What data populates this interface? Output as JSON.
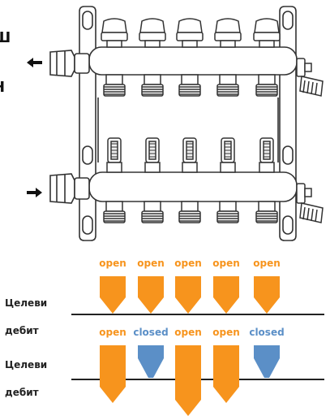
{
  "colors": {
    "open": "#f7941d",
    "closed": "#5b8fc7",
    "metal": "#333333",
    "background": "#ffffff",
    "text": "#222222"
  },
  "side_glyphs": [
    "Ш",
    "Н"
  ],
  "labels": {
    "row1": "Целеви дебит",
    "row2": "Целеви дебит"
  },
  "rows": [
    {
      "circuits": [
        {
          "state": "open",
          "flow": 1.0
        },
        {
          "state": "open",
          "flow": 1.0
        },
        {
          "state": "open",
          "flow": 1.0
        },
        {
          "state": "open",
          "flow": 1.0
        },
        {
          "state": "open",
          "flow": 1.0
        }
      ]
    },
    {
      "circuits": [
        {
          "state": "open",
          "flow": 1.55
        },
        {
          "state": "closed",
          "flow": 0
        },
        {
          "state": "open",
          "flow": 1.9
        },
        {
          "state": "open",
          "flow": 1.55
        },
        {
          "state": "closed",
          "flow": 0
        }
      ]
    }
  ],
  "icons": {
    "outflow": "arrow-left-icon",
    "inflow": "arrow-right-icon",
    "valve": "valve-handwheel-icon",
    "flowmeter": "flow-meter-icon"
  }
}
